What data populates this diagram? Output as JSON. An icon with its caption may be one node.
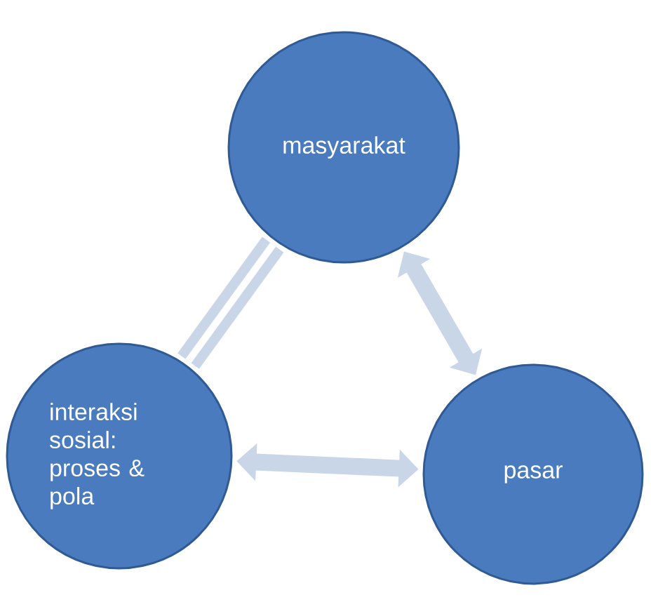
{
  "diagram": {
    "nodes": [
      {
        "text": [
          "masyarakat"
        ]
      },
      {
        "text": [
          "interaksi sosial: proses & pola"
        ]
      },
      {
        "text": [
          "pasar"
        ]
      }
    ],
    "edges": [
      {
        "from": 0,
        "to": 2,
        "arrow": "both"
      },
      {
        "from": 1,
        "to": 2,
        "arrow": "both"
      },
      {
        "from": 0,
        "to": 1,
        "arrow": "none"
      }
    ]
  }
}
